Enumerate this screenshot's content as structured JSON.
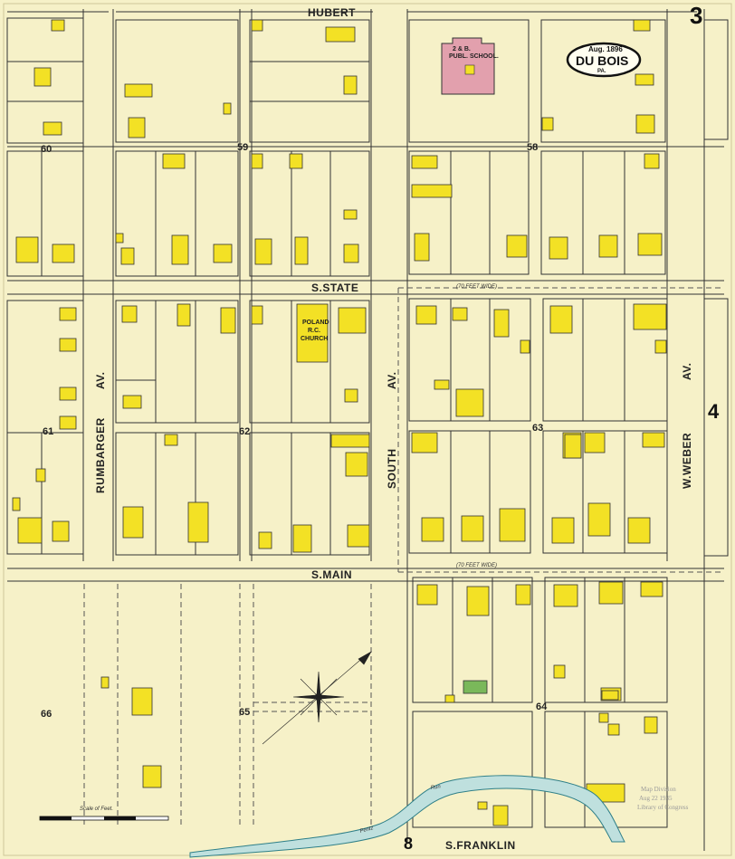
{
  "sheet": {
    "number": "3",
    "adjacent_sheet": "4",
    "bottom_sheet_ref": "8"
  },
  "title_badge": {
    "date": "Aug. 1896",
    "city": "DU BOIS",
    "state": "PA."
  },
  "streets": {
    "hubert": "HUBERT",
    "s_state": "S.STATE",
    "s_main": "S.MAIN",
    "s_franklin": "S.FRANKLIN",
    "rumbarger": "RUMBARGER",
    "rumbarger_av": "AV.",
    "south": "SOUTH",
    "south_av": "AV.",
    "w_weber": "W.WEBER",
    "w_weber_av": "AV.",
    "width_note_1": "(70 FEET WIDE)",
    "width_note_2": "(70 FEET WIDE)"
  },
  "blocks": [
    "58",
    "59",
    "60",
    "61",
    "62",
    "63",
    "64",
    "65",
    "66"
  ],
  "landmarks": {
    "public_school": [
      "2 & B.",
      "PUBL. SCHOOL."
    ],
    "church": [
      "POLAND",
      "R.C.",
      "CHURCH"
    ]
  },
  "creek": {
    "name_1": "Pentz",
    "name_2": "Run"
  },
  "scale": {
    "label": "Scale of Feet."
  },
  "stamp": {
    "lines": [
      "Map Division",
      "Aug 22 1935",
      "Library of Congress"
    ]
  },
  "colors": {
    "paper": "#f6f1c8",
    "frame": "#f4efc4",
    "building": "#f3e125",
    "school": "#e2a0ad",
    "water": "#bfe0de",
    "water_edge": "#2e7f88",
    "green_bldg": "#7ab85a",
    "ink": "#222222"
  }
}
